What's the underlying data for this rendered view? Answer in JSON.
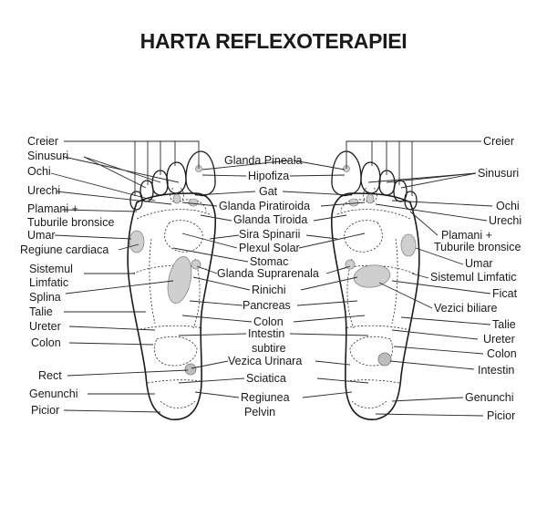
{
  "title": "HARTA REFLEXOTERAPIEI",
  "labels": {
    "left": {
      "creier": "Creier",
      "sinusuri": "Sinusuri",
      "ochi": "Ochi",
      "urechi": "Urechi",
      "plamani1": "Plamani +",
      "plamani2": "Tuburile bronsice",
      "umar": "Umar",
      "regiune_cardiaca": "Regiune cardiaca",
      "sistemul": "Sistemul",
      "limfatic": "Limfatic",
      "splina": "Splina",
      "talie": "Talie",
      "ureter": "Ureter",
      "colon": "Colon",
      "rect": "Rect",
      "genunchi": "Genunchi",
      "picior": "Picior"
    },
    "center": {
      "glanda_pineala": "Glanda Pineala",
      "hipofiza": "Hipofiza",
      "gat": "Gat",
      "glanda_piratiroida": "Glanda Piratiroida",
      "glanda_tiroida": "Glanda Tiroida",
      "sira_spinarii": "Sira Spinarii",
      "plexul_solar": "Plexul Solar",
      "stomac": "Stomac",
      "glanda_suprarenala": "Glanda Suprarenala",
      "rinichi": "Rinichi",
      "pancreas": "Pancreas",
      "colon": "Colon",
      "intestin": "Intestin",
      "subtire": "subtire",
      "vezica_urinara": "Vezica Urinara",
      "sciatica": "Sciatica",
      "regiunea": "Regiunea",
      "pelvin": "Pelvin"
    },
    "right": {
      "creier": "Creier",
      "sinusuri": "Sinusuri",
      "ochi": "Ochi",
      "urechi": "Urechi",
      "plamani1": "Plamani +",
      "plamani2": "Tuburile bronsice",
      "umar": "Umar",
      "sistemul_limfatic": "Sistemul Limfatic",
      "ficat": "Ficat",
      "vezici_biliare": "Vezici biliare",
      "talie": "Talie",
      "ureter": "Ureter",
      "colon": "Colon",
      "intestin": "Intestin",
      "genunchi": "Genunchi",
      "picior": "Picior"
    }
  }
}
